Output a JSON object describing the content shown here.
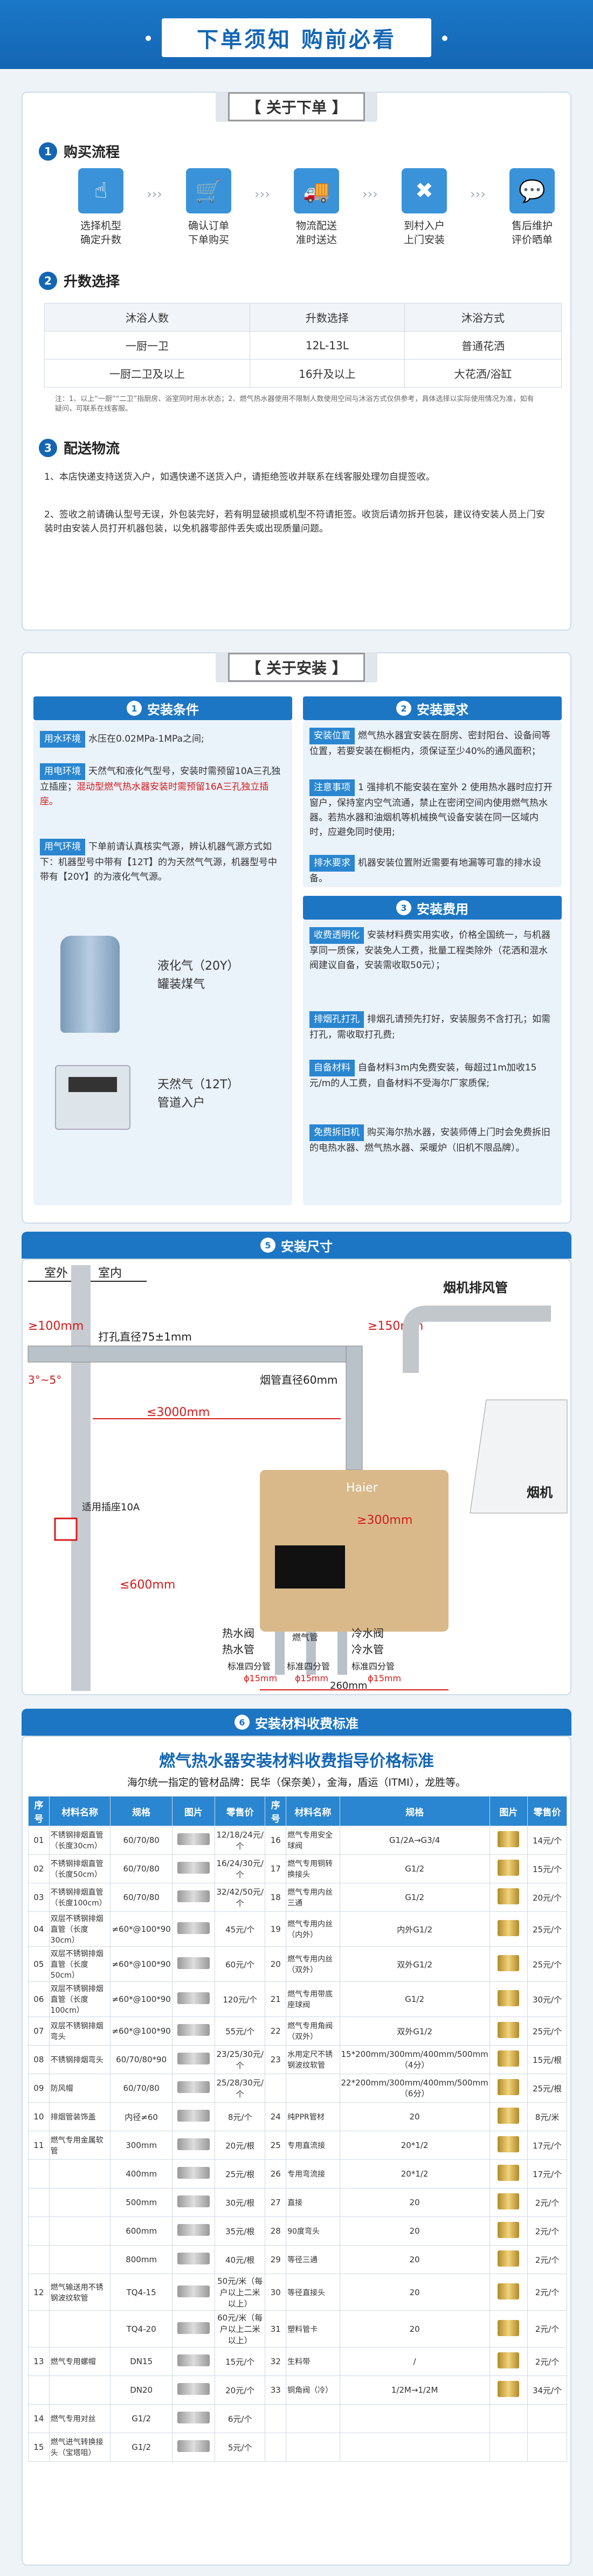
{
  "banner": {
    "title": "下单须知 购前必看"
  },
  "order": {
    "tag": "【 关于下单 】",
    "process_title": "购买流程",
    "steps": [
      {
        "line1": "选择机型",
        "line2": "确定升数"
      },
      {
        "line1": "确认订单",
        "line2": "下单购买"
      },
      {
        "line1": "物流配送",
        "line2": "准时送达"
      },
      {
        "line1": "到村入户",
        "line2": "上门安装"
      },
      {
        "line1": "售后维护",
        "line2": "评价晒单"
      }
    ],
    "upgrade_title": "升数选择",
    "upgrade_headers": [
      "沐浴人数",
      "升数选择",
      "沐浴方式"
    ],
    "upgrade_rows": [
      [
        "一厨一卫",
        "12L-13L",
        "普通花洒"
      ],
      [
        "一厨二卫及以上",
        "16升及以上",
        "大花洒/浴缸"
      ]
    ],
    "upgrade_note": "注：1、以上“一厨”“二卫”指厨房、浴室同时用水状态；2、燃气热水器使用不限制人数使用空间与沐浴方式仅供参考，具体选择以实际使用情况为准，如有疑问，可联系在线客服。",
    "logistics_title": "配送物流",
    "logistics_p1": "1、本店快递支持送货入户，如遇快递不送货入户，请拒绝签收并联系在线客服处理勿自提签收。",
    "logistics_p2": "2、签收之前请确认型号无误，外包装完好，若有明显破损或机型不符请拒签。收货后请勿拆开包装，建议待安装人员上门安装时由安装人员打开机器包装，以免机器零部件丢失或出现质量问题。"
  },
  "install": {
    "tag": "【 关于安装 】",
    "cond_title": "安装条件",
    "cond": {
      "water_tag": "用水环境",
      "water_text": "水压在0.02MPa-1MPa之间;",
      "elec_tag": "用电环境",
      "elec_text1": "天然气和液化气型号，安装时需预留10A三孔独立插座；",
      "elec_red": "混动型燃气热水器安装时需预留16A三孔独立插座。",
      "gas_tag": "用气环境",
      "gas_text": "下单前请认真核实气源，辨认机器气源方式如下：机器型号中带有【12T】的为天然气气源，机器型号中带有【20Y】的为液化气气源。",
      "lpg_line1": "液化气（20Y）",
      "lpg_line2": "罐装煤气",
      "ng_line1": "天然气（12T）",
      "ng_line2": "管道入户"
    },
    "req_title": "安装要求",
    "req": {
      "pos_tag": "安装位置",
      "pos_text": "燃气热水器宜安装在厨房、密封阳台、设备间等位置，若要安装在橱柜内，须保证至少40%的通风面积；",
      "note_tag": "注意事项",
      "note_text": "1 强排机不能安装在室外 2 使用热水器时应打开窗户，保持室内空气流通，禁止在密闭空间内使用燃气热水器。若热水器和油烟机等机械换气设备安装在同一区域内时，应避免同时使用;",
      "drain_tag": "排水要求",
      "drain_text": "机器安装位置附近需要有地漏等可靠的排水设备。"
    },
    "fee_title": "安装费用",
    "fee": {
      "trans_tag": "收费透明化",
      "trans_text": "安装材料费实用实收，价格全国统一，与机器享同一质保，安装免人工费，批量工程类除外（花洒和混水阀建议自备，安装需收取50元）；",
      "drill_tag": "排烟孔打孔",
      "drill_text": "排烟孔请预先打好，安装服务不含打孔；如需打孔，需收取打孔费;",
      "self_tag": "自备材料",
      "self_text": "自备材料3m内免费安装，每超过1m加收15元/m的人工费，自备材料不受海尔厂家质保;",
      "old_tag": "免费拆旧机",
      "old_text": "购买海尔热水器，安装师傅上门时会免费拆旧的电热水器、燃气热水器、采暖炉（旧机不限品牌）。"
    }
  },
  "dimensions": {
    "title": "安装尺寸",
    "outdoor": "室外",
    "indoor": "室内",
    "flue_pipe": "烟机排风管",
    "d100": "≥100mm",
    "angle": "3°~5°",
    "hole": "打孔直径75±1mm",
    "d150": "≥150mm",
    "flue": "烟管直径60mm",
    "d3000": "≤3000mm",
    "socket": "适用插座10A",
    "d600": "≤600mm",
    "d300": "≥300mm",
    "hood": "烟机",
    "hot_valve": "热水阀",
    "hot_pipe": "热水管",
    "gas_pipe": "燃气管",
    "cold_valve": "冷水阀",
    "cold_pipe": "冷水管",
    "std_left": "标准四分管",
    "phi_left": "ϕ15mm",
    "std_mid": "标准四分管",
    "phi_mid": "ϕ15mm",
    "std_right": "标准四分管",
    "phi_right": "ϕ15mm",
    "width": "260mm",
    "brand": "Haier"
  },
  "materials": {
    "title": "安装材料收费标准",
    "heading": "燃气热水器安装材料收费指导价格标准",
    "sub": "海尔统一指定的管材品牌：民华（保奈美），金海，盾运（ITMI），龙胜等。",
    "headers": [
      "序号",
      "材料名称",
      "规格",
      "图片",
      "零售价",
      "序号",
      "材料名称",
      "规格",
      "图片",
      "零售价"
    ],
    "left": [
      {
        "no": "01",
        "name": "不锈钢排烟直管（长度30cm）",
        "spec": "60/70/80",
        "price": "12/18/24元/个"
      },
      {
        "no": "02",
        "name": "不锈钢排烟直管（长度50cm）",
        "spec": "60/70/80",
        "price": "16/24/30元/个"
      },
      {
        "no": "03",
        "name": "不锈钢排烟直管（长度100cm）",
        "spec": "60/70/80",
        "price": "32/42/50元/个"
      },
      {
        "no": "04",
        "name": "双层不锈钢排烟直管（长度30cm）",
        "spec": "≠60*@100*90",
        "price": "45元/个"
      },
      {
        "no": "05",
        "name": "双层不锈钢排烟直管（长度50cm）",
        "spec": "≠60*@100*90",
        "price": "60元/个"
      },
      {
        "no": "06",
        "name": "双层不锈钢排烟直管（长度100cm）",
        "spec": "≠60*@100*90",
        "price": "120元/个"
      },
      {
        "no": "07",
        "name": "双层不锈钢排烟弯头",
        "spec": "≠60*@100*90",
        "price": "55元/个"
      },
      {
        "no": "08",
        "name": "不锈钢排烟弯头",
        "spec": "60/70/80*90",
        "price": "23/25/30元/个"
      },
      {
        "no": "09",
        "name": "防风帽",
        "spec": "60/70/80",
        "price": "25/28/30元/个"
      },
      {
        "no": "10",
        "name": "排烟管装饰盖",
        "spec": "内径≠60",
        "price": "8元/个"
      },
      {
        "no": "11a",
        "name": "燃气专用金属软管",
        "spec": "300mm",
        "price": "20元/根"
      },
      {
        "no": "11b",
        "name": "",
        "spec": "400mm",
        "price": "25元/根"
      },
      {
        "no": "11c",
        "name": "",
        "spec": "500mm",
        "price": "30元/根"
      },
      {
        "no": "11d",
        "name": "",
        "spec": "600mm",
        "price": "35元/根"
      },
      {
        "no": "11e",
        "name": "",
        "spec": "800mm",
        "price": "40元/根"
      },
      {
        "no": "12a",
        "name": "燃气输送用不锈钢波纹软管",
        "spec": "TQ4-15",
        "price": "50元/米（每户以上二米以上）"
      },
      {
        "no": "12b",
        "name": "",
        "spec": "TQ4-20",
        "price": "60元/米（每户以上二米以上）"
      },
      {
        "no": "13a",
        "name": "燃气专用螺帽",
        "spec": "DN15",
        "price": "15元/个"
      },
      {
        "no": "13b",
        "name": "",
        "spec": "DN20",
        "price": "20元/个"
      },
      {
        "no": "14",
        "name": "燃气专用对丝",
        "spec": "G1/2",
        "price": "6元/个"
      },
      {
        "no": "15",
        "name": "燃气进气转换接头（宝塔咀）",
        "spec": "G1/2",
        "price": "5元/个"
      }
    ],
    "right": [
      {
        "no": "16",
        "name": "燃气专用安全球阀",
        "spec": "G1/2A→G3/4",
        "price": "14元/个"
      },
      {
        "no": "17",
        "name": "燃气专用铜转换接头",
        "spec": "G1/2",
        "price": "15元/个"
      },
      {
        "no": "18",
        "name": "燃气专用内丝三通",
        "spec": "G1/2",
        "price": "20元/个"
      },
      {
        "no": "19",
        "name": "燃气专用内丝（内外）",
        "spec": "内外G1/2",
        "price": "25元/个"
      },
      {
        "no": "20",
        "name": "燃气专用内丝（双外）",
        "spec": "双外G1/2",
        "price": "25元/个"
      },
      {
        "no": "21",
        "name": "燃气专用带底座球阀",
        "spec": "G1/2",
        "price": "30元/个"
      },
      {
        "no": "22",
        "name": "燃气专用角阀（双外）",
        "spec": "双外G1/2",
        "price": "25元/个"
      },
      {
        "no": "23a",
        "name": "水用定尺不锈钢波纹软管",
        "spec": "15*200mm/300mm/400mm/500mm（4分）",
        "price": "15元/根"
      },
      {
        "no": "23b",
        "name": "",
        "spec": "22*200mm/300mm/400mm/500mm（6分）",
        "price": "25元/根"
      },
      {
        "no": "24",
        "name": "纯PPR管材",
        "spec": "20",
        "price": "8元/米"
      },
      {
        "no": "25",
        "name": "专用直流接",
        "spec": "20*1/2",
        "price": "17元/个"
      },
      {
        "no": "26",
        "name": "专用弯流接",
        "spec": "20*1/2",
        "price": "17元/个"
      },
      {
        "no": "27",
        "name": "直接",
        "spec": "20",
        "price": "2元/个"
      },
      {
        "no": "28",
        "name": "90度弯头",
        "spec": "20",
        "price": "2元/个"
      },
      {
        "no": "29",
        "name": "等径三通",
        "spec": "20",
        "price": "2元/个"
      },
      {
        "no": "30",
        "name": "等径直接头",
        "spec": "20",
        "price": "2元/个"
      },
      {
        "no": "31",
        "name": "塑料管卡",
        "spec": "20",
        "price": "2元/个"
      },
      {
        "no": "32",
        "name": "生料带",
        "spec": "/",
        "price": "2元/个"
      },
      {
        "no": "33",
        "name": "铜角阀（冷）",
        "spec": "1/2M→1/2M",
        "price": "34元/个"
      }
    ]
  }
}
